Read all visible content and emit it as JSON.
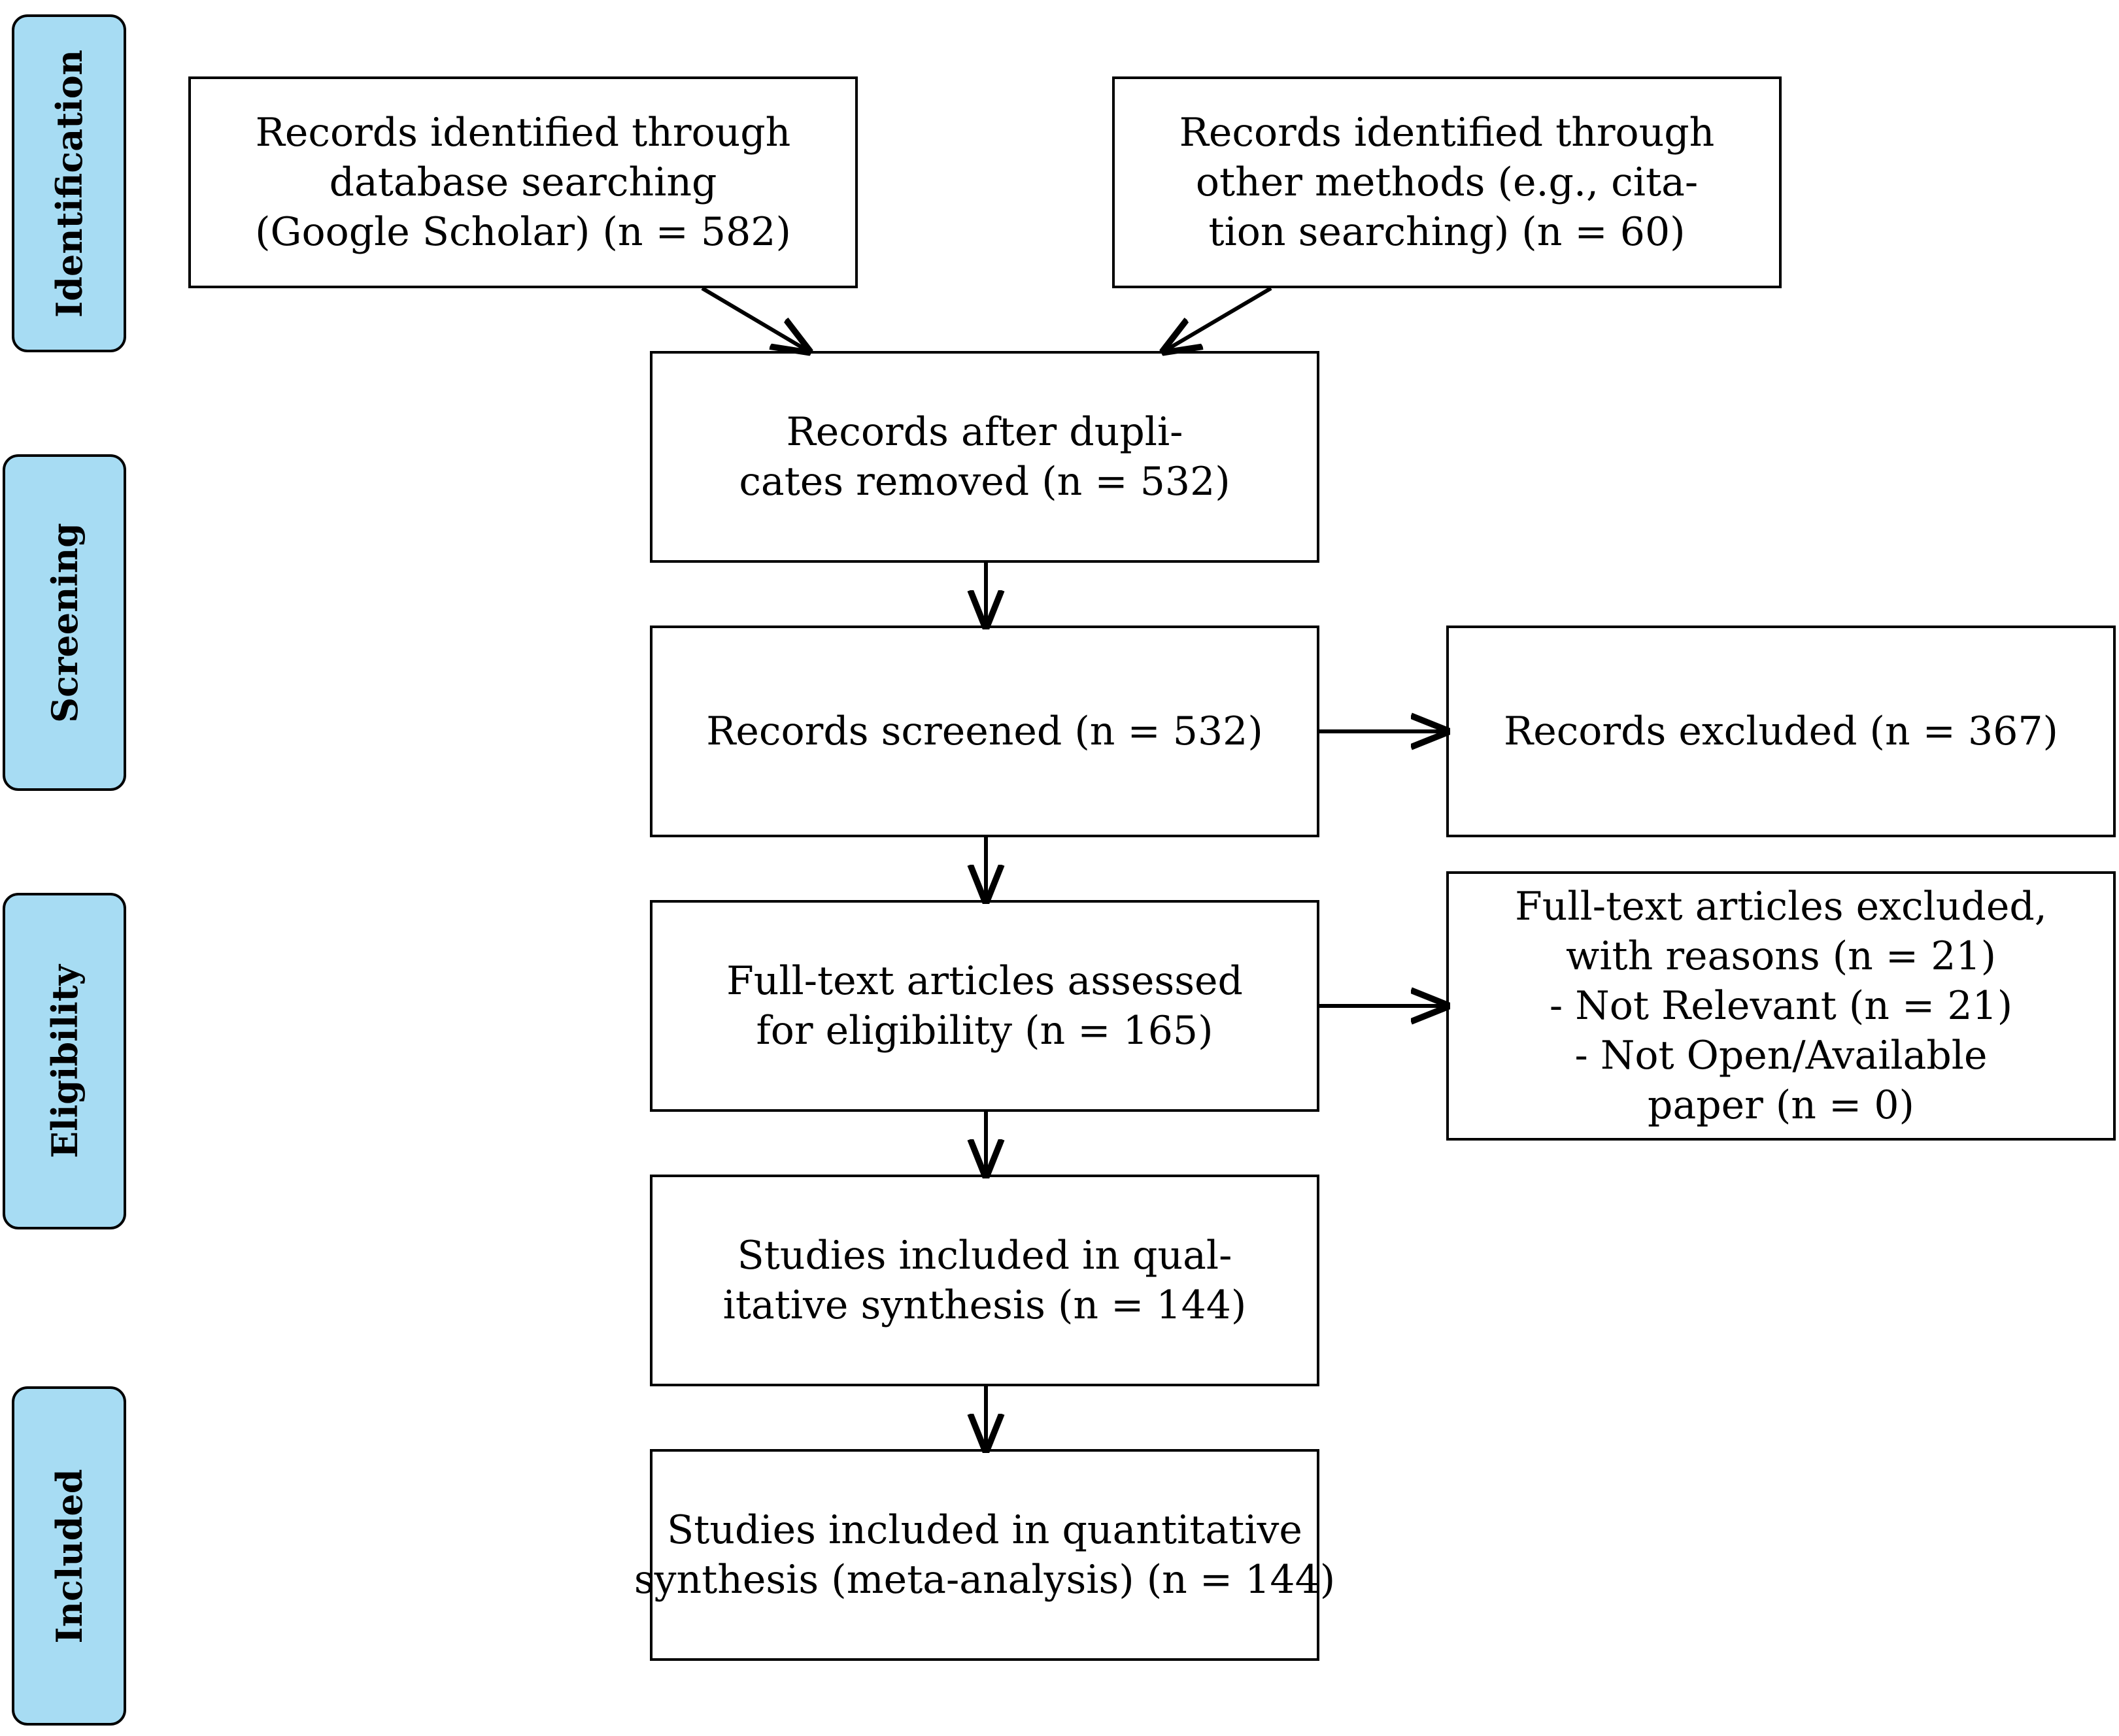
{
  "stages": {
    "identification": "Identification",
    "screening": "Screening",
    "eligibility": "Eligibility",
    "included": "Included"
  },
  "boxes": {
    "database_search": [
      "Records identified through",
      "database searching",
      "(Google Scholar) (n = 582)"
    ],
    "other_methods": [
      "Records identified through",
      "other methods (e.g., cita-",
      "tion searching) (n = 60)"
    ],
    "duplicates_removed": [
      "Records after dupli-",
      "cates removed (n = 532)"
    ],
    "screened": [
      "Records screened (n = 532)"
    ],
    "excluded": [
      "Records excluded (n = 367)"
    ],
    "fulltext_assessed": [
      "Full-text articles assessed",
      "for eligibility (n = 165)"
    ],
    "fulltext_excluded": [
      "Full-text articles excluded,",
      "with reasons (n = 21)",
      "- Not Relevant (n = 21)",
      "- Not Open/Available",
      "paper (n = 0)"
    ],
    "qualitative": [
      "Studies included in qual-",
      "itative synthesis (n = 144)"
    ],
    "quantitative": [
      "Studies included in quantitative",
      "synthesis (meta-analysis) (n = 144)"
    ]
  },
  "colors": {
    "stage_fill": "#a7dcf3",
    "stroke": "#000000",
    "box_fill": "#ffffff"
  }
}
